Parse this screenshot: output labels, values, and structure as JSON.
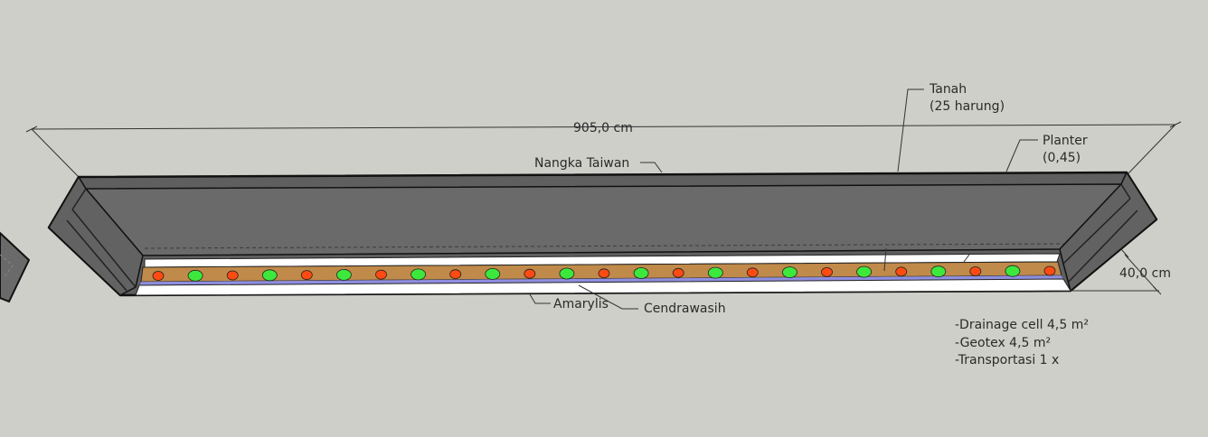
{
  "dimensions": {
    "length": "905,0 cm",
    "depth": "40,0 cm"
  },
  "labels": {
    "nangka": "Nangka Taiwan",
    "tanah_line1": "Tanah",
    "tanah_line2": "(25 harung)",
    "planter_line1": "Planter",
    "planter_line2": "(0,45)",
    "amarylis": "Amarylis",
    "cendrawasih": "Cendrawasih"
  },
  "notes": [
    "-Drainage cell 4,5 m²",
    "-Geotex 4,5 m²",
    "-Transportasi 1 x"
  ],
  "colors": {
    "background": "#cfcfc9",
    "planter_outer": "#5f5f5f",
    "planter_inner": "#6a6a6a",
    "soil": "#c08a4a",
    "drainage_strip": "#8f8ee0",
    "amarylis_plant": "#ff4a12",
    "cendrawasih_plant": "#3de83d"
  },
  "plants": {
    "count_amarylis": 13,
    "count_cendrawasih": 12
  }
}
